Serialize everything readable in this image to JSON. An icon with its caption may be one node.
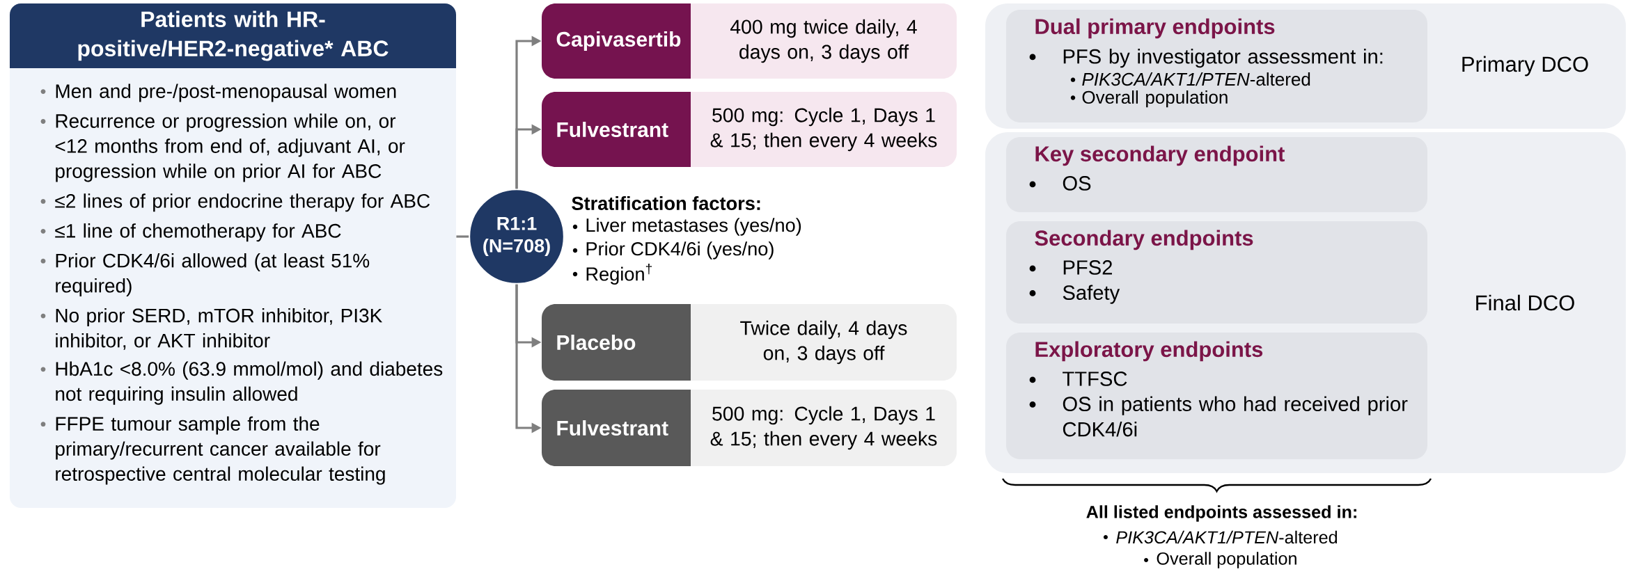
{
  "diagram": {
    "nodes": [
      {
        "text": [
          "Patients with HR-positive/HER2-negative* ABC",
          "Men and pre-/post-menopausal women",
          "Recurrence or progression while on, or <12 months from end of, adjuvant AI, or progression while on prior AI for ABC",
          "≤2 lines of prior endocrine therapy for ABC",
          "≤1 line of chemotherapy for ABC",
          "Prior CDK4/6i allowed (at least 51% required)",
          "No prior SERD, mTOR inhibitor, PI3K inhibitor, or AKT inhibitor",
          "HbA1c <8.0% (63.9 mmol/mol) and diabetes not requiring insulin allowed",
          "FFPE tumour sample from the primary/recurrent cancer available for retrospective central molecular testing"
        ]
      },
      {
        "text": [
          "R1:1 (N=708)"
        ]
      },
      {
        "text": [
          "Capivasertib",
          "400 mg twice daily, 4 days on, 3 days off"
        ]
      },
      {
        "text": [
          "Fulvestrant",
          "500 mg: Cycle 1, Days 1 & 15; then every 4 weeks"
        ]
      },
      {
        "text": [
          "Placebo",
          "Twice daily, 4 days on, 3 days off"
        ]
      },
      {
        "text": [
          "Fulvestrant",
          "500 mg: Cycle 1, Days 1 & 15; then every 4 weeks"
        ]
      },
      {
        "text": [
          "Primary DCO"
        ]
      },
      {
        "text": [
          "Dual primary endpoints",
          "PFS by investigator assessment in:",
          "*PIK3CA/AKT1/PTEN*-altered",
          "Overall population"
        ],
        "in": 6
      },
      {
        "text": [
          "Final DCO"
        ]
      },
      {
        "text": [
          "Key secondary endpoint",
          "OS"
        ],
        "in": 8
      },
      {
        "text": [
          "Secondary endpoints",
          "PFS2",
          "Safety"
        ],
        "in": 8
      },
      {
        "text": [
          "Exploratory endpoints",
          "TTFSC",
          "OS in patients who had received prior CDK4/6i"
        ],
        "in": 8
      }
    ],
    "edges": [
      {
        "from": 0,
        "to": 1,
        "arrow": "none"
      },
      {
        "from": 1,
        "to": 2,
        "arrow": "to"
      },
      {
        "from": 1,
        "to": 3,
        "arrow": "to"
      },
      {
        "from": 1,
        "to": 4,
        "arrow": "to"
      },
      {
        "from": 1,
        "to": 5,
        "arrow": "to"
      }
    ],
    "labels": [
      "Stratification factors:",
      "Liver metastases (yes/no)",
      "Prior CDK4/6i (yes/no)",
      "Region$^{†}$",
      "All listed endpoints assessed in:",
      "*PIK3CA/AKT1/PTEN*-altered",
      "Overall population"
    ]
  }
}
